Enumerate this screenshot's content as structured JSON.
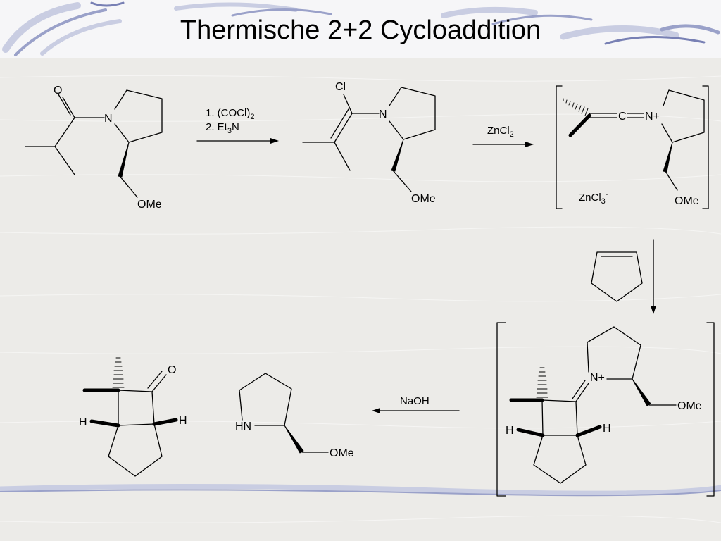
{
  "slide": {
    "title": "Thermische 2+2 Cycloaddition"
  },
  "reaction": {
    "step1_reagent_1": "1. (COCl)",
    "step1_reagent_1_sub": "2",
    "step1_reagent_2_pre": "2. Et",
    "step1_reagent_2_sub": "3",
    "step1_reagent_2_post": "N",
    "step2_reagent": "ZnCl",
    "step2_reagent_sub": "2",
    "step4_reagent": "NaOH"
  },
  "atoms": {
    "oxygen": "O",
    "nitrogen": "N",
    "chlorine": "Cl",
    "methoxy": "OMe",
    "carbon": "C",
    "n_plus": "N+",
    "hydrogen": "H",
    "amine": "HN",
    "counterion": "ZnCl",
    "counterion_sub": "3",
    "counterion_sup": "-"
  },
  "colors": {
    "band_light": "#c9cde2",
    "band_mid": "#9aa1c9",
    "band_dark": "#7880b4",
    "ink": "#000000"
  }
}
